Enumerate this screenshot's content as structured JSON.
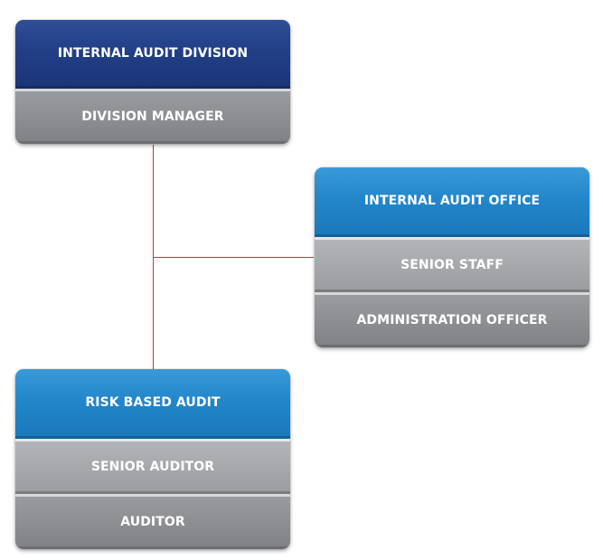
{
  "colors": {
    "division_header": "#223f87",
    "unit_header": "#2387cb",
    "role_light": "#a8a9ad",
    "role_dark": "#8e8f93",
    "connector": "#c8323c"
  },
  "division": {
    "title": "INTERNAL AUDIT DIVISION",
    "roles": [
      "DIVISION MANAGER"
    ]
  },
  "internal_audit_office": {
    "title": "INTERNAL AUDIT OFFICE",
    "roles": [
      "SENIOR STAFF",
      "ADMINISTRATION OFFICER"
    ]
  },
  "risk_based_audit": {
    "title": "RISK BASED AUDIT",
    "roles": [
      "SENIOR AUDITOR",
      "AUDITOR"
    ]
  }
}
